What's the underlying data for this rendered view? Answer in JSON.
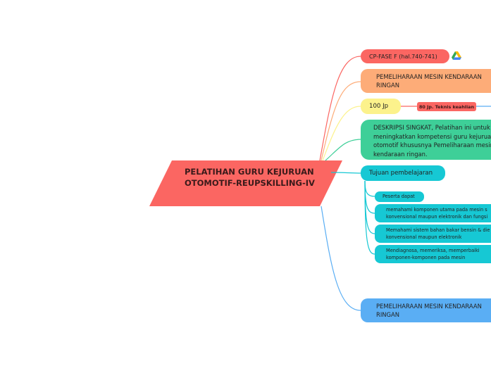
{
  "central": {
    "title": "PELATIHAN GURU KEJURUAN OTOMOTIF-REUPSKILLING-IV",
    "color": "#fb6662"
  },
  "topics": {
    "cp_fase": {
      "label": "CP-FASE F (hal.740-741)",
      "color": "#fb6662",
      "icon": "google-drive-icon"
    },
    "pemeliharaan_1": {
      "label": "PEMELIHARAAN MESIN KENDARAAN RINGAN",
      "color": "#fdac78"
    },
    "jp": {
      "label": "100 Jp",
      "color": "#fcf28c"
    },
    "jp_sub": {
      "label": "80 Jp. Teknis keahlian",
      "color": "#fb6662"
    },
    "deskripsi": {
      "label": "DESKRIPSI SINGKAT, Pelatihan ini untuk meningkatkan kompetensi guru kejuruan otomotif khususnya Pemeliharaan mesin kendaraan ringan.",
      "color": "#3ecf98"
    },
    "tujuan": {
      "label": "Tujuan pembelajaran",
      "color": "#16c8d4",
      "items": [
        "Peserta dapat",
        "memahami  komponen utama pada mesin s konvensional maupun elektronik dan fungsi",
        "Memahami sistem bahan bakar bensin & die konvensional maupun elektronik",
        "Mendiagnosa, memeriksa, memperbaiki komponen-komponen pada mesin"
      ]
    },
    "pemeliharaan_2": {
      "label": "PEMELIHARAAN MESIN KENDARAAN RINGAN",
      "color": "#5aaef4"
    }
  }
}
